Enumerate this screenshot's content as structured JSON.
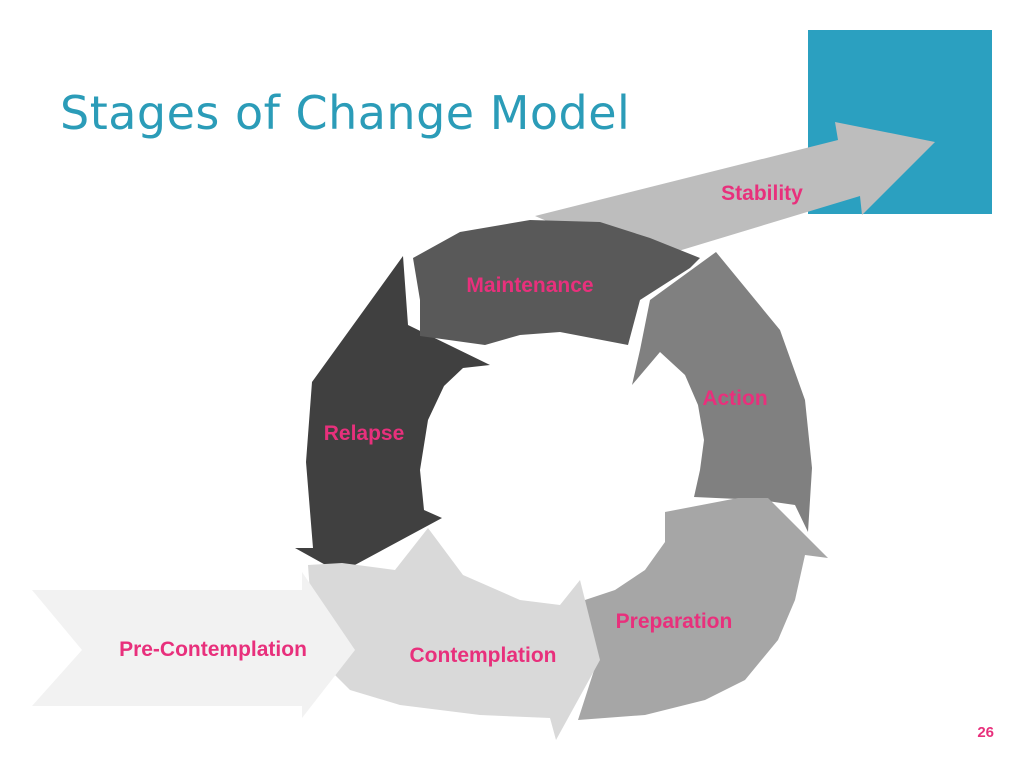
{
  "slide": {
    "title": "Stages of Change Model",
    "page_number": "26"
  },
  "colors": {
    "title": "#2b9cb8",
    "accent": "#2ba0c0",
    "label": "#e8307c",
    "stability_arrow": "#bdbdbd",
    "maintenance": "#595959",
    "action": "#808080",
    "preparation": "#a6a6a6",
    "contemplation": "#d9d9d9",
    "pre_contemplation": "#f2f2f2",
    "relapse": "#404040"
  },
  "stages": {
    "stability": "Stability",
    "maintenance": "Maintenance",
    "action": "Action",
    "relapse": "Relapse",
    "preparation": "Preparation",
    "pre_contemplation": "Pre-Contemplation",
    "contemplation": "Contemplation"
  }
}
